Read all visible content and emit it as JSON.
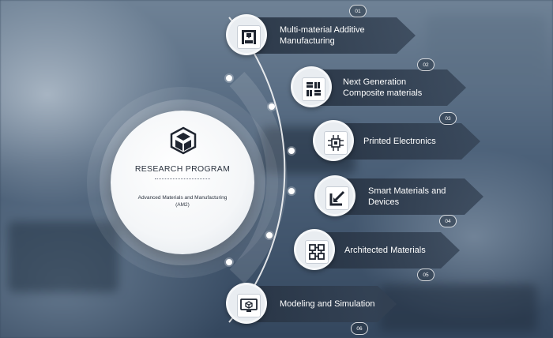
{
  "center": {
    "title": "RESEARCH PROGRAM",
    "dots": "...................",
    "subtitle_line1": "Advanced Materials and Manufacturing",
    "subtitle_line2": "(AM2)",
    "icon": "cube-logo-icon"
  },
  "items": [
    {
      "number": "01",
      "line1": "Multi-material Additive",
      "line2": "Manufacturing",
      "icon": "3d-printer-icon"
    },
    {
      "number": "02",
      "line1": "Next Generation",
      "line2": "Composite materials",
      "icon": "composite-weave-icon"
    },
    {
      "number": "03",
      "line1": "Printed Electronics",
      "line2": "",
      "icon": "circuit-chip-icon"
    },
    {
      "number": "04",
      "line1": "Smart Materials and",
      "line2": "Devices",
      "icon": "arrow-check-icon"
    },
    {
      "number": "05",
      "line1": "Architected Materials",
      "line2": "",
      "icon": "lattice-grid-icon"
    },
    {
      "number": "06",
      "line1": "Modeling and Simulation",
      "line2": "",
      "icon": "monitor-cube-icon"
    }
  ],
  "colors": {
    "banner": "#2c3a4c",
    "accent": "#ffffff",
    "icon_dark": "#1f2530"
  }
}
